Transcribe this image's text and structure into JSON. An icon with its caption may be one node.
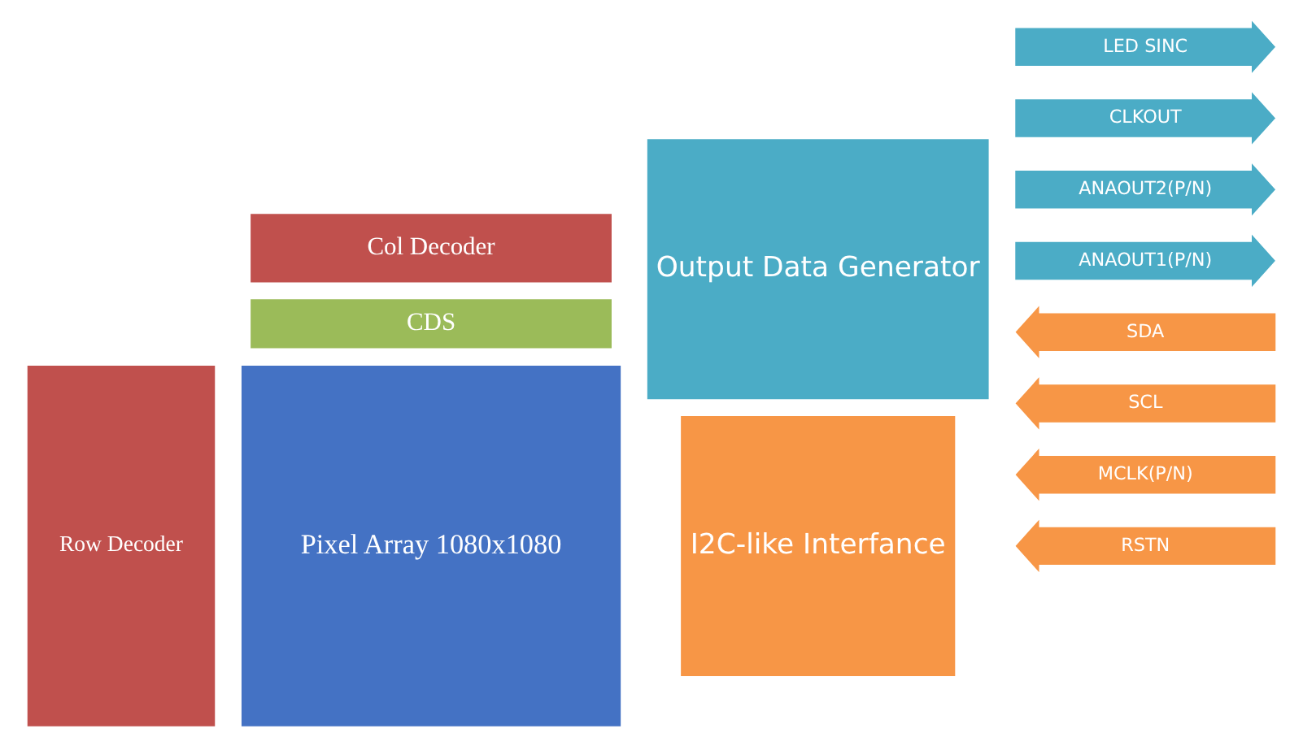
{
  "diagram": {
    "nodes": [
      {
        "text": [
          "Row Decoder"
        ]
      },
      {
        "text": [
          "Pixel Array 1080x1080"
        ]
      },
      {
        "text": [
          "CDS"
        ]
      },
      {
        "text": [
          "Col Decoder"
        ]
      },
      {
        "text": [
          "I2C-like Interfance"
        ]
      },
      {
        "text": [
          "RSTN"
        ]
      },
      {
        "text": [
          "MCLK(P/N)"
        ]
      },
      {
        "text": [
          "SCL"
        ]
      },
      {
        "text": [
          "SDA"
        ]
      },
      {
        "text": [
          "Output Data Generator"
        ]
      },
      {
        "text": [
          "ANAOUT1(P/N)"
        ]
      },
      {
        "text": [
          "ANAOUT2(P/N)"
        ]
      },
      {
        "text": [
          "CLKOUT"
        ]
      },
      {
        "text": [
          "LED SINC"
        ]
      }
    ]
  }
}
